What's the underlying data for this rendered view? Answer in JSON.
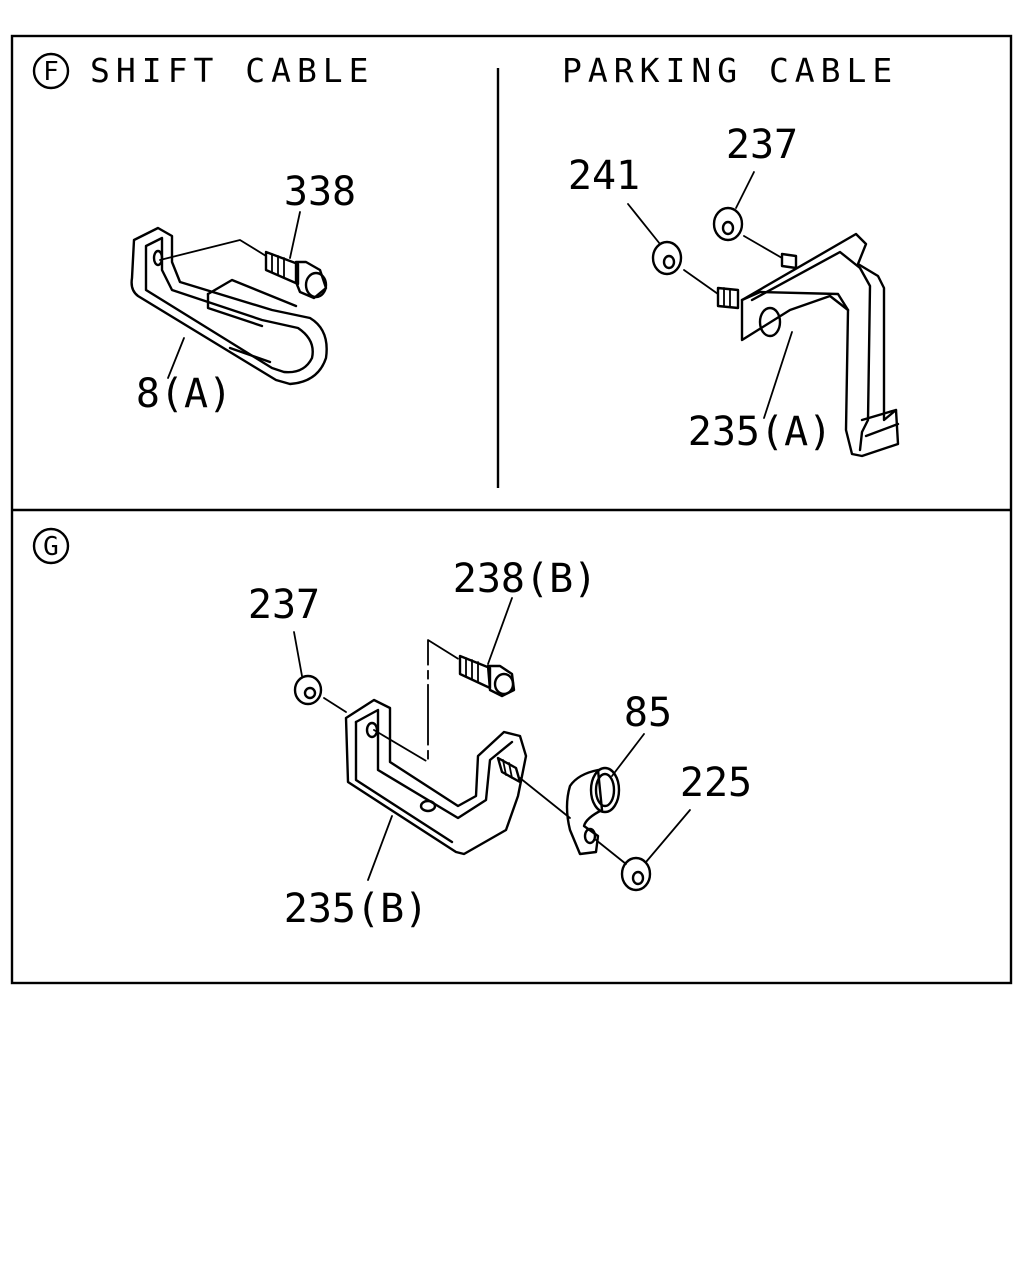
{
  "panel_f": {
    "circle_letter": "F",
    "title": "SHIFT CABLE",
    "parts": {
      "bolt": "338",
      "bracket": "8(A)"
    }
  },
  "panel_parking": {
    "title": "PARKING CABLE",
    "parts": {
      "nut_left": "241",
      "nut_right": "237",
      "bracket": "235(A)"
    }
  },
  "panel_g": {
    "circle_letter": "G",
    "parts": {
      "nut_left": "237",
      "bolt": "238(B)",
      "clip": "85",
      "nut_right": "225",
      "bracket": "235(B)"
    }
  }
}
